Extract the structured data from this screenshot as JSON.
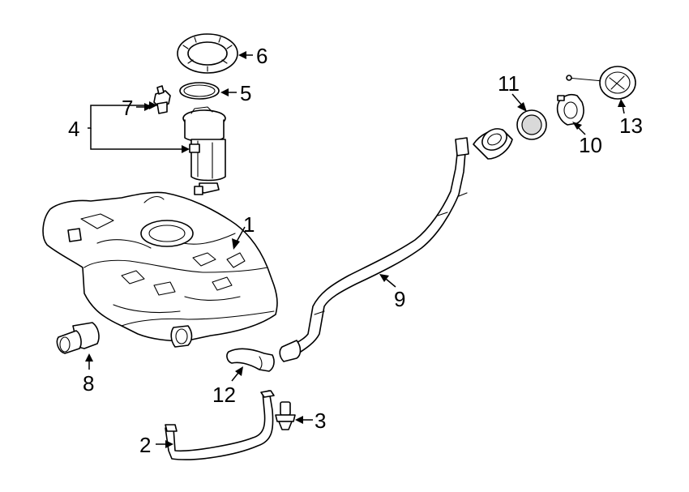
{
  "callouts": [
    {
      "id": "1",
      "part": "fuel-tank"
    },
    {
      "id": "2",
      "part": "tank-strap"
    },
    {
      "id": "3",
      "part": "strap-bolt"
    },
    {
      "id": "4",
      "part": "fuel-pump-assembly"
    },
    {
      "id": "5",
      "part": "pump-seal-ring"
    },
    {
      "id": "6",
      "part": "lock-ring"
    },
    {
      "id": "7",
      "part": "pump-connector"
    },
    {
      "id": "8",
      "part": "vapor-valve"
    },
    {
      "id": "9",
      "part": "filler-pipe"
    },
    {
      "id": "10",
      "part": "filler-neck-housing"
    },
    {
      "id": "11",
      "part": "grommet"
    },
    {
      "id": "12",
      "part": "filler-hose"
    },
    {
      "id": "13",
      "part": "fuel-cap"
    }
  ]
}
